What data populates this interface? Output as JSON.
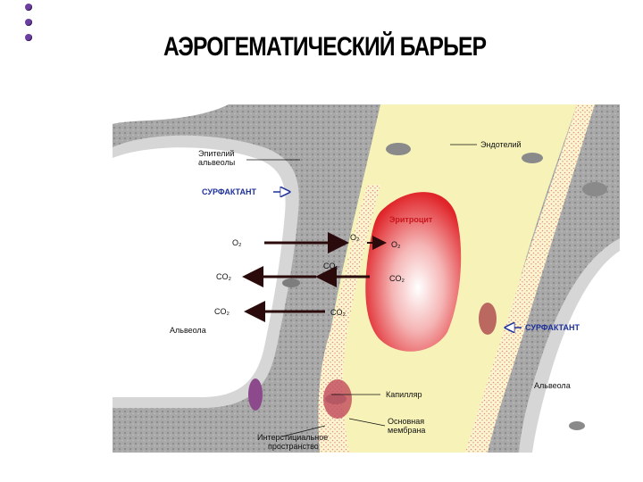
{
  "title": "АЭРОГЕМАТИЧЕСКИЙ БАРЬЕР",
  "bullet_count": 3,
  "figure": {
    "labels": {
      "endothelium": "Эндотелий",
      "epithelium_line1": "Эпителий",
      "epithelium_line2": "альвеолы",
      "surfactant_left": "СУРФАКТАНТ",
      "erythrocyte": "Эритроцит",
      "o2_left": "O₂",
      "o2_mid": "O₂",
      "o2_right": "O₂",
      "co2_mid_top": "CO₂",
      "co2_left_top": "CO₂",
      "co2_right": "CO₂",
      "co2_left_bottom": "CO₂",
      "co2_mid_bottom": "CO₂",
      "alveola_left": "Альвеола",
      "surfactant_right": "СУРФАКТАНТ",
      "alveola_right": "Альвеола",
      "capillary": "Капилляр",
      "basement_line1": "Основная",
      "basement_line2": "мембрана",
      "interstitial_line1": "Интерстициальное",
      "interstitial_line2": "пространство"
    },
    "colors": {
      "tissue": "#9a9a9a",
      "epithelium": "#d6d6d6",
      "plasma": "#f7f3b8",
      "erythrocyte": "#e0252a",
      "surfactant": "#1d2f9a",
      "arrow": "#2a0a0a"
    }
  }
}
